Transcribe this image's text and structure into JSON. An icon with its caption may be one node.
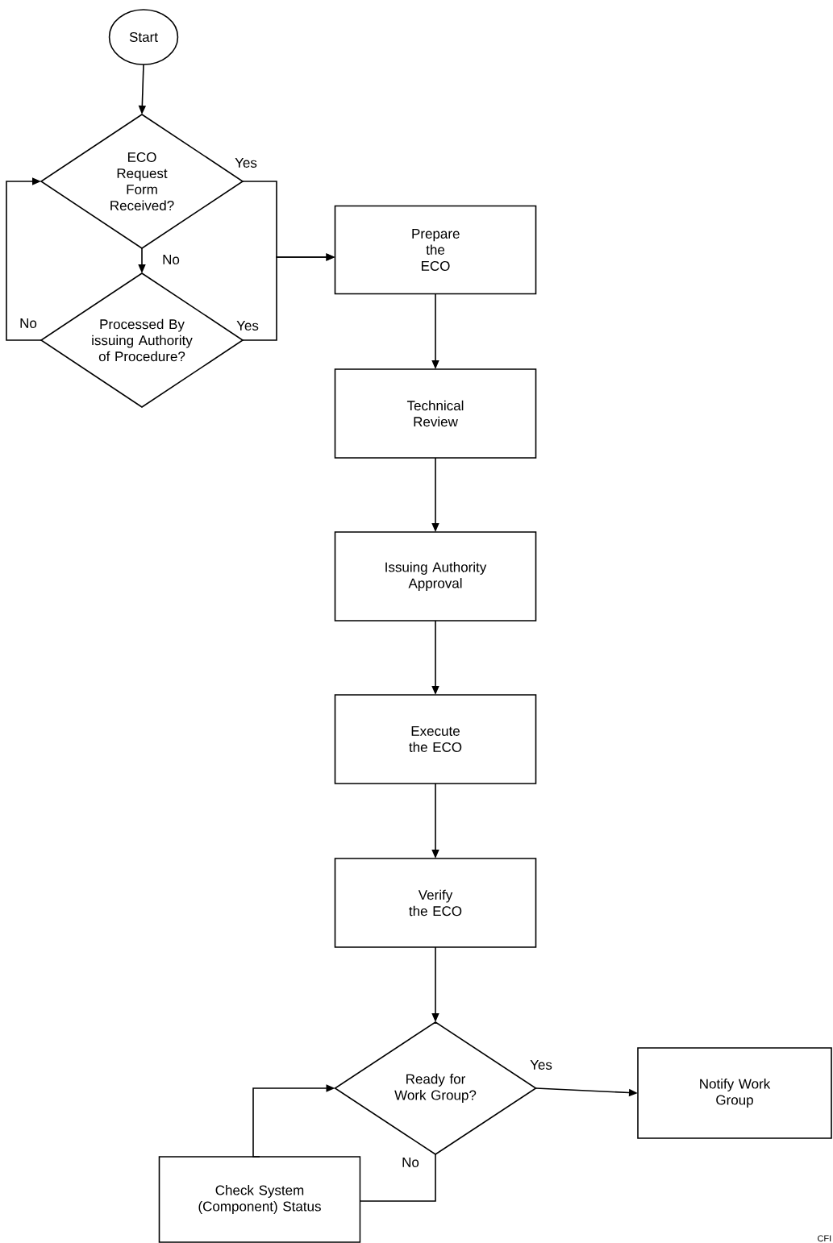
{
  "diagram": {
    "nodes": [
      {
        "text": [
          "Start"
        ]
      },
      {
        "text": [
          "ECO Request Form Received?"
        ]
      },
      {
        "text": [
          "Processed By issuing Authority of Procedure?"
        ]
      },
      {
        "text": [
          "Prepare the ECO"
        ]
      },
      {
        "text": [
          "Technical Review"
        ]
      },
      {
        "text": [
          "Issuing Authority Approval"
        ]
      },
      {
        "text": [
          "Execute the ECO"
        ]
      },
      {
        "text": [
          "Verify the ECO"
        ]
      },
      {
        "text": [
          "Ready for Work Group?"
        ]
      },
      {
        "text": [
          "Notify Work Group"
        ]
      },
      {
        "text": [
          "Check System (Component) Status"
        ]
      }
    ],
    "edges": [
      {
        "from": 0,
        "to": 1,
        "arrow": "to"
      },
      {
        "from": 1,
        "to": 2,
        "arrow": "to",
        "label": "No"
      },
      {
        "from": 1,
        "to": 3,
        "arrow": "to",
        "label": "Yes"
      },
      {
        "from": 2,
        "to": 3,
        "arrow": "to",
        "label": "Yes"
      },
      {
        "from": 2,
        "to": 1,
        "arrow": "to",
        "label": "No"
      },
      {
        "from": 3,
        "to": 4,
        "arrow": "to"
      },
      {
        "from": 4,
        "to": 5,
        "arrow": "to"
      },
      {
        "from": 5,
        "to": 6,
        "arrow": "to"
      },
      {
        "from": 6,
        "to": 7,
        "arrow": "to"
      },
      {
        "from": 7,
        "to": 8,
        "arrow": "to"
      },
      {
        "from": 8,
        "to": 9,
        "arrow": "to",
        "label": "Yes"
      },
      {
        "from": 8,
        "to": 10,
        "arrow": "none",
        "label": "No"
      },
      {
        "from": 10,
        "to": 8,
        "arrow": "to"
      }
    ],
    "labels": [
      "CFI"
    ]
  }
}
